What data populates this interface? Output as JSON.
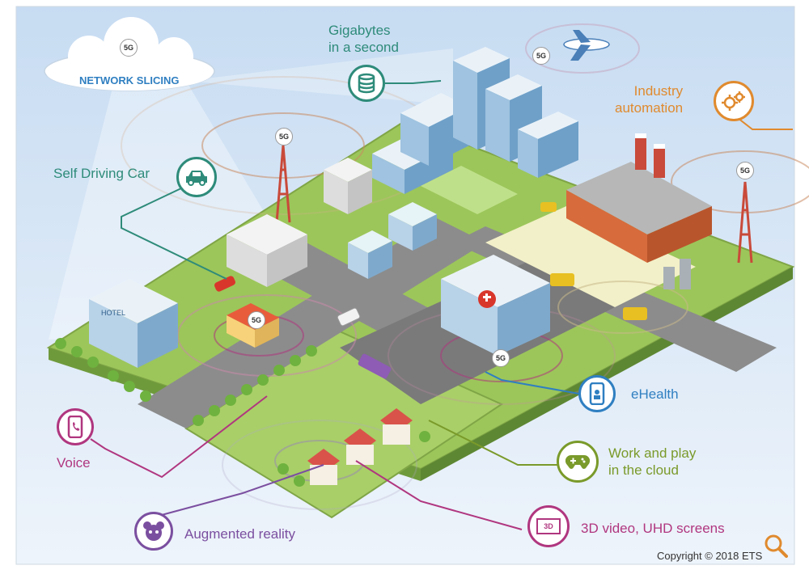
{
  "cloud": {
    "label": "NETWORK SLICING",
    "badge": "5G"
  },
  "badge_text": "5G",
  "labels": {
    "gigabytes": "Gigabytes\nin a second",
    "industry": "Industry\nautomation",
    "self_driving": "Self Driving Car",
    "ehealth": "eHealth",
    "work_play": "Work and play\nin the cloud",
    "voice": "Voice",
    "ar": "Augmented reality",
    "video": "3D video, UHD screens"
  },
  "video_icon_text": "3D",
  "hotel_sign": "HOTEL",
  "copyright": "Copyright © 2018 ETS",
  "colors": {
    "teal": "#2e8b7a",
    "orange": "#e08a2e",
    "blue": "#2f7fc1",
    "green": "#7a9a2a",
    "magenta": "#b0367f",
    "purple": "#7b4fa0",
    "grass": "#9cc65a",
    "road": "#8c8c8c",
    "sky": "#dbe9f7"
  },
  "icons": [
    "cloud-icon",
    "database-icon",
    "airplane-icon",
    "gear-icon",
    "car-icon",
    "smartphone-icon",
    "gamepad-icon",
    "phone-icon",
    "face-icon",
    "screen-icon",
    "magnifier-icon"
  ]
}
